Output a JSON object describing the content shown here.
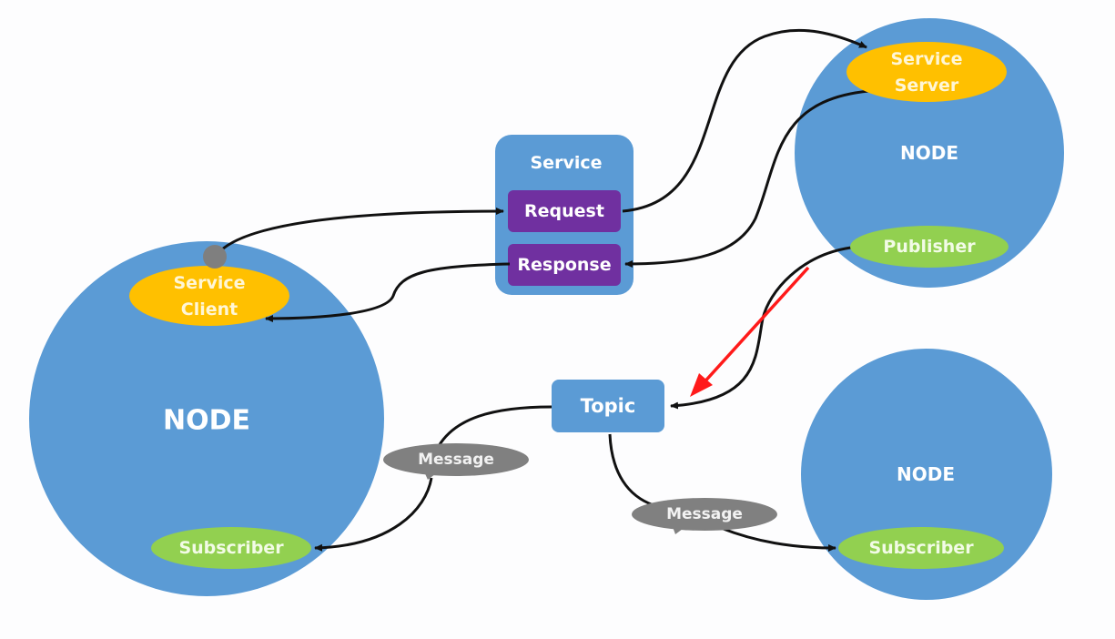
{
  "colors": {
    "node_blue": "#5b9bd5",
    "service_purple": "#7030a0",
    "service_yellow": "#ffc000",
    "pubsub_green": "#92d050",
    "message_grey": "#808080",
    "connection_dot": "#7f7f7f",
    "wire": "#111111",
    "highlight_arrow": "#ff1a1a"
  },
  "nodes": {
    "left": {
      "label": "NODE",
      "service_client": [
        "Service",
        "Client"
      ],
      "subscriber": "Subscriber"
    },
    "top_right": {
      "label": "NODE",
      "service_server": [
        "Service",
        "Server"
      ],
      "publisher": "Publisher"
    },
    "bottom_right": {
      "label": "NODE",
      "subscriber": "Subscriber"
    }
  },
  "service": {
    "title": "Service",
    "request": "Request",
    "response": "Response"
  },
  "topic": {
    "label": "Topic"
  },
  "messages": {
    "left": "Message",
    "right": "Message"
  },
  "connections": [
    {
      "from": "Service Client",
      "to": "Request"
    },
    {
      "from": "Request",
      "to": "Service Server"
    },
    {
      "from": "Service Server",
      "to": "Response"
    },
    {
      "from": "Response",
      "to": "Service Client"
    },
    {
      "from": "Publisher",
      "to": "Topic"
    },
    {
      "from": "Topic",
      "to": "Subscriber (left node)",
      "via": "Message"
    },
    {
      "from": "Topic",
      "to": "Subscriber (bottom-right node)",
      "via": "Message"
    }
  ]
}
